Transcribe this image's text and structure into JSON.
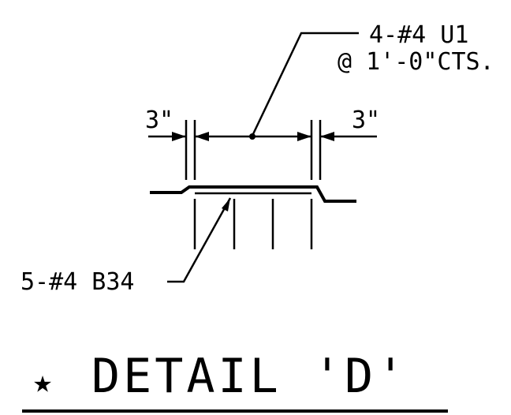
{
  "detail": {
    "top_callout": {
      "line1": "4-#4 U1",
      "line2": "@ 1'-0\"CTS."
    },
    "dimension_left": "3\"",
    "dimension_right": "3\"",
    "bottom_callout": "5-#4 B34",
    "title_symbol": "★",
    "title": "DETAIL 'D'"
  }
}
